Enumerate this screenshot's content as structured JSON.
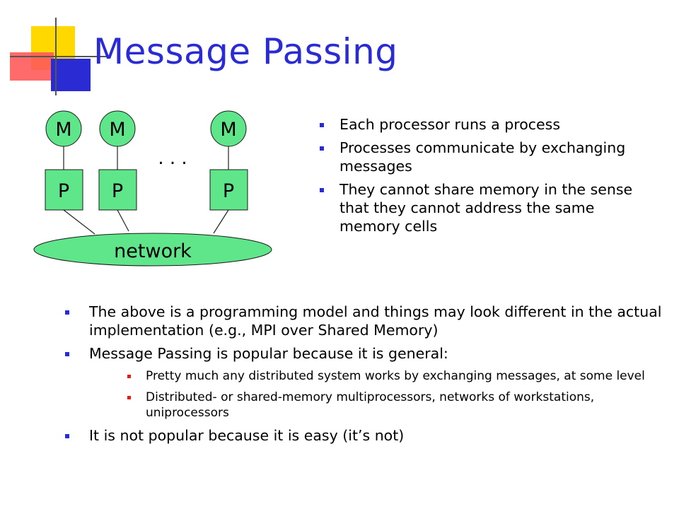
{
  "slide": {
    "title": "Message Passing",
    "diagram": {
      "memory_labels": [
        "M",
        "M",
        "M"
      ],
      "processor_labels": [
        "P",
        "P",
        "P"
      ],
      "ellipsis": ". . .",
      "network_label": "network",
      "colors": {
        "node_fill": "#5fe58a",
        "node_stroke": "#1a1a1a"
      }
    },
    "top_bullets": [
      "Each processor runs a process",
      "Processes communicate by exchanging messages",
      "They cannot share memory in the sense that they cannot address the same memory cells"
    ],
    "bottom_bullets": [
      {
        "text": "The above is a programming model and things may look different in the actual implementation (e.g., MPI over Shared Memory)",
        "sub": []
      },
      {
        "text": "Message Passing is popular because it is general:",
        "sub": [
          "Pretty much any distributed system works by exchanging messages, at some level",
          "Distributed- or shared-memory multiprocessors, networks of workstations, uniprocessors"
        ]
      },
      {
        "text": "It is not popular because it is easy (it’s not)",
        "sub": []
      }
    ],
    "colors": {
      "title": "#2b2bd4",
      "bullet_level1": "#2b2bd4",
      "bullet_level2": "#e21b1b"
    }
  }
}
